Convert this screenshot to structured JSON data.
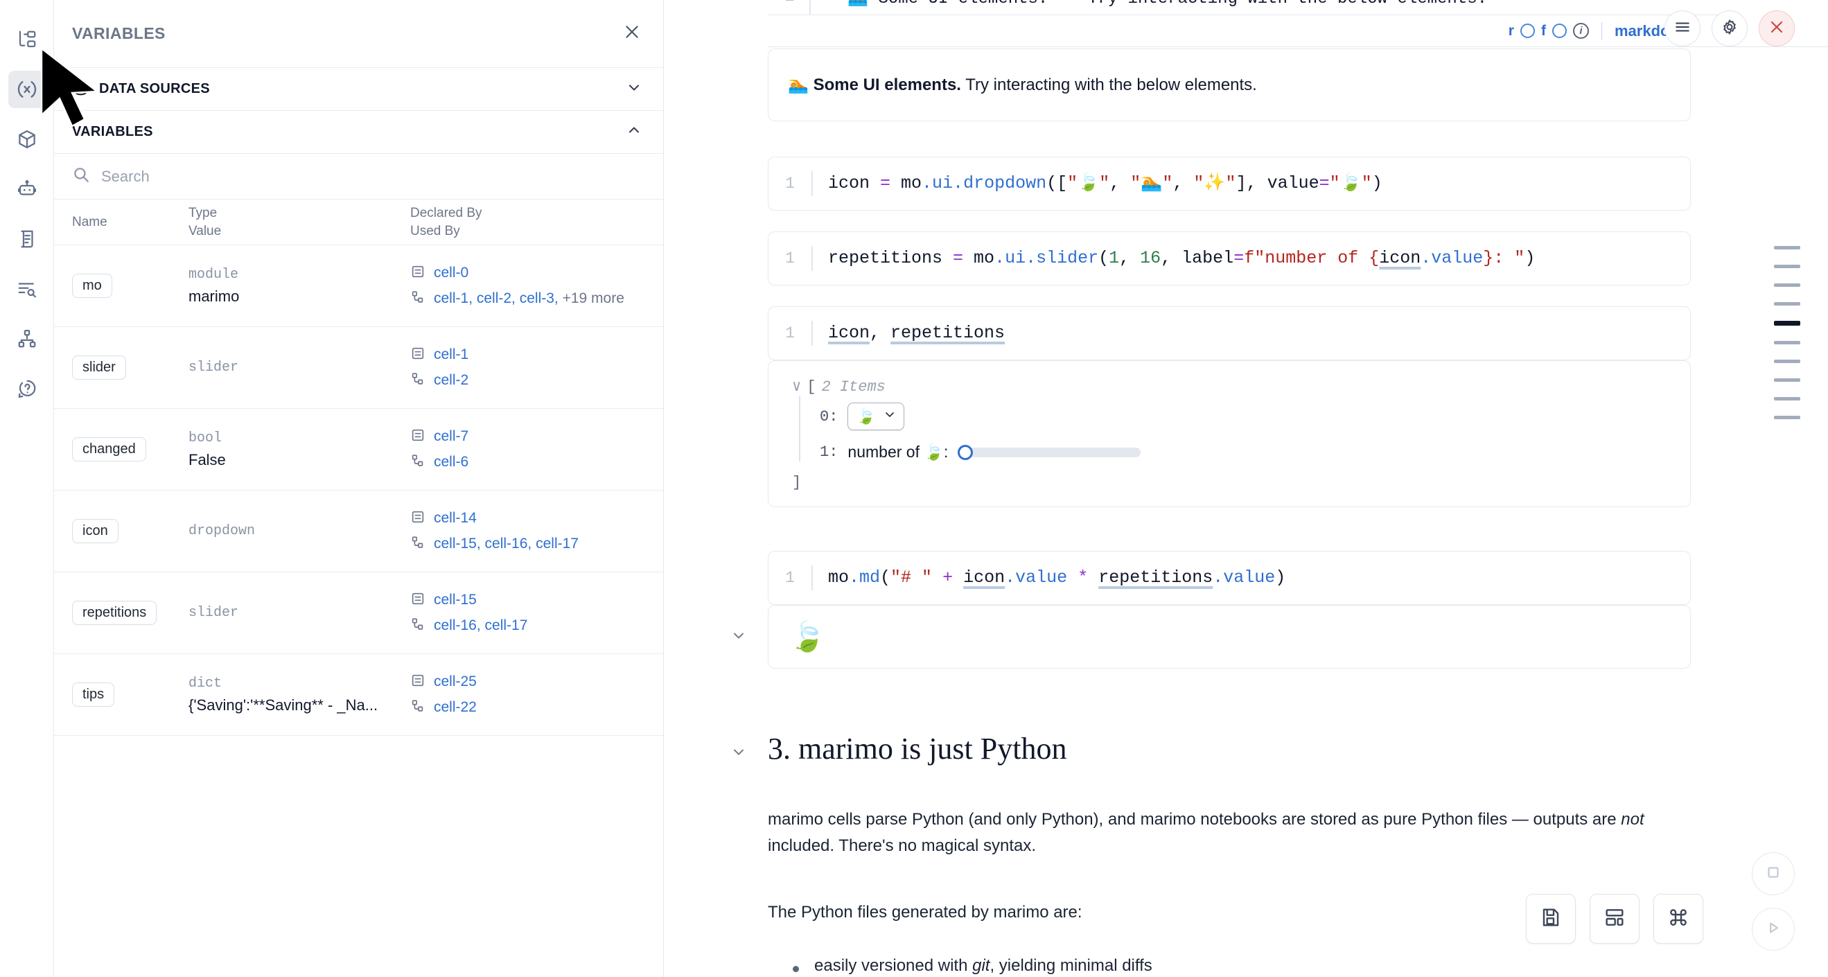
{
  "rail": {
    "items": [
      {
        "name": "file-tree-icon",
        "label": "File Explorer",
        "active": false
      },
      {
        "name": "variables-icon",
        "label": "Variables",
        "active": true
      },
      {
        "name": "package-cube-icon",
        "label": "Packages",
        "active": false
      },
      {
        "name": "robot-icon",
        "label": "AI Assistant",
        "active": false
      },
      {
        "name": "document-outline-icon",
        "label": "Outline",
        "active": false
      },
      {
        "name": "search-list-icon",
        "label": "Find and Replace",
        "active": false
      },
      {
        "name": "dependency-graph-icon",
        "label": "Dependency Graph",
        "active": false
      },
      {
        "name": "help-circle-icon",
        "label": "Help",
        "active": false
      }
    ]
  },
  "panel": {
    "title": "VARIABLES",
    "close_label": "×",
    "sections": [
      {
        "label": "DATA SOURCES",
        "icon": "database-icon",
        "expanded": false,
        "chevron": "∨"
      },
      {
        "label": "VARIABLES",
        "icon": "",
        "expanded": true,
        "chevron": "∧"
      }
    ],
    "search": {
      "placeholder": "Search",
      "value": ""
    },
    "table": {
      "headers": {
        "col1_top": "Name",
        "col2_top": "Type",
        "col2_bottom": "Value",
        "col3_top": "Declared By",
        "col3_bottom": "Used By"
      },
      "rows": [
        {
          "name": "mo",
          "type": "module",
          "value": "marimo",
          "declared_by": [
            "cell-0"
          ],
          "used_by": [
            "cell-1",
            "cell-2",
            "cell-3"
          ],
          "used_by_more": "+19 more"
        },
        {
          "name": "slider",
          "type": "slider",
          "value": "",
          "declared_by": [
            "cell-1"
          ],
          "used_by": [
            "cell-2"
          ],
          "used_by_more": ""
        },
        {
          "name": "changed",
          "type": "bool",
          "value": "False",
          "declared_by": [
            "cell-7"
          ],
          "used_by": [
            "cell-6"
          ],
          "used_by_more": ""
        },
        {
          "name": "icon",
          "type": "dropdown",
          "value": "",
          "declared_by": [
            "cell-14"
          ],
          "used_by": [
            "cell-15",
            "cell-16",
            "cell-17"
          ],
          "used_by_more": ""
        },
        {
          "name": "repetitions",
          "type": "slider",
          "value": "",
          "declared_by": [
            "cell-15"
          ],
          "used_by": [
            "cell-16",
            "cell-17"
          ],
          "used_by_more": ""
        },
        {
          "name": "tips",
          "type": "dict",
          "value": "{'Saving':'**Saving** - _Na...",
          "declared_by": [
            "cell-25"
          ],
          "used_by": [
            "cell-22"
          ],
          "used_by_more": ""
        }
      ]
    }
  },
  "notebook": {
    "clipped_code_line": {
      "ln": "1",
      "text": "\"\"\"🏊 Some UI elements.\"\"\" Try interacting with the below elements."
    },
    "cell_toolbar": {
      "flag_r": "r",
      "flag_f": "f",
      "info": "i",
      "language": "markdown",
      "menu_label": "menu-icon",
      "settings_label": "gear-icon",
      "delete_label": "×"
    },
    "markdown_output": {
      "emoji": "🏊",
      "bold": "Some UI elements.",
      "rest": "Try interacting with the below elements."
    },
    "cells": [
      {
        "ln": "1",
        "kind": "code",
        "code_plain": "icon = mo.ui.dropdown([\"🍃\", \"🏊\", \"✨\"], value=\"🍃\")"
      },
      {
        "ln": "1",
        "kind": "code",
        "code_plain": "repetitions = mo.ui.slider(1, 16, label=f\"number of {icon.value}: \")"
      },
      {
        "ln": "1",
        "kind": "code",
        "code_plain": "icon, repetitions"
      },
      {
        "ln": "1",
        "kind": "code",
        "code_plain": "mo.md(\"# \" + icon.value * repetitions.value)"
      }
    ],
    "tree_output": {
      "chevron": "∨",
      "open_bracket": "[",
      "items_label": "2 Items",
      "item0_idx": "0:",
      "item0_value": "🍃",
      "item0_chevron": "∨",
      "item1_idx": "1:",
      "item1_label": "number of 🍃:",
      "close_bracket": "]"
    },
    "leaf_output": {
      "emoji": "🍃"
    },
    "section": {
      "heading": "3. marimo is just Python",
      "para1_a": "marimo cells parse Python (and only Python), and marimo notebooks are stored as pure Python files — outputs are ",
      "para1_em": "not",
      "para1_b": " included. There's no magical syntax.",
      "para2": "The Python files generated by marimo are:",
      "bullet1_a": "easily versioned with ",
      "bullet1_em": "git",
      "bullet1_b": ", yielding minimal diffs"
    },
    "minimap": {
      "count": 10,
      "active_index": 4
    },
    "fabs": [
      {
        "name": "save-button",
        "icon": "save-icon"
      },
      {
        "name": "layout-button",
        "icon": "layout-grid-icon"
      },
      {
        "name": "command-palette-button",
        "icon": "command-icon"
      }
    ],
    "circles": [
      {
        "name": "interrupt-button",
        "icon": "stop-square-icon"
      },
      {
        "name": "run-all-button",
        "icon": "play-triangle-icon"
      }
    ]
  },
  "colors": {
    "link": "#2f6fd0",
    "accent": "#4a86dc",
    "danger": "#d14343",
    "muted": "#6d7689",
    "rail_active_bg": "#e8eaee"
  }
}
